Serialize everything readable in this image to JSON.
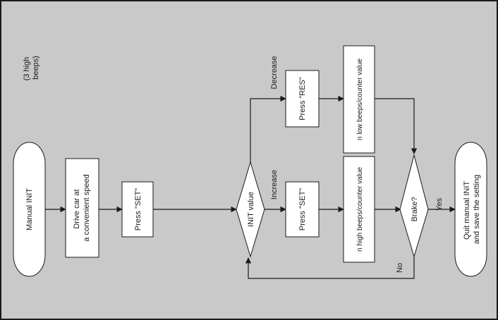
{
  "diagram": {
    "note": [
      "(3 high",
      "beeps)"
    ],
    "nodes": {
      "manual_init": [
        "Manual INIT"
      ],
      "drive_car": [
        "Drive car at",
        "a convenient speed"
      ],
      "press_set_1": [
        "Press \"SET\""
      ],
      "init_value": [
        "INIT value"
      ],
      "press_res": [
        "Press \"RES\""
      ],
      "press_set_2": [
        "Press \"SET\""
      ],
      "low_beeps": [
        "n low beeps/counter value"
      ],
      "high_beeps": [
        "n high beeps/counter value"
      ],
      "brake": [
        "Brake?"
      ],
      "quit": [
        "Quit manual INIT",
        "and save the setting"
      ]
    },
    "edges": {
      "decrease": "Decrease",
      "increase": "Increase",
      "yes": "Yes",
      "no": "No"
    }
  },
  "colors": {
    "background": "#c9c9c9",
    "node_fill": "#ffffff",
    "line": "#1a1a1a"
  }
}
